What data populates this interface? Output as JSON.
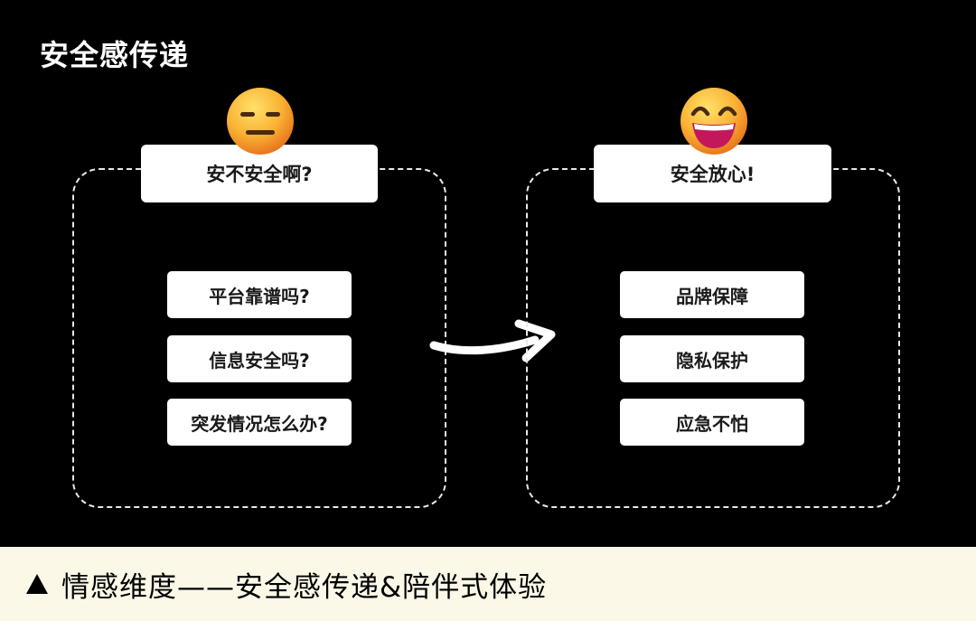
{
  "title": "安全感传递",
  "left_panel": {
    "emoji": "expressionless-face-icon",
    "header": "安不安全啊?",
    "items": [
      "平台靠谱吗?",
      "信息安全吗?",
      "突发情况怎么办?"
    ]
  },
  "right_panel": {
    "emoji": "grinning-face-icon",
    "header": "安全放心!",
    "items": [
      "品牌保障",
      "隐私保护",
      "应急不怕"
    ]
  },
  "caption": {
    "icon": "triangle-up-icon",
    "text": "情感维度——安全感传递&陪伴式体验"
  },
  "colors": {
    "background": "#000000",
    "caption_bg": "#fcf8e8",
    "card": "#ffffff",
    "emoji_yellow": "#f9b233",
    "emoji_mouth": "#c2185b"
  }
}
